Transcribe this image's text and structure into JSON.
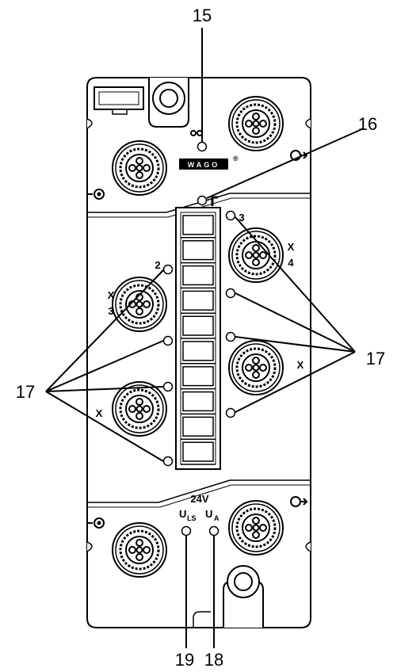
{
  "callouts": {
    "c15": "15",
    "c16": "16",
    "c17_left": "17",
    "c17_right": "17",
    "c18": "18",
    "c19": "19"
  },
  "labels": {
    "voltage": "24V",
    "uls_main": "U",
    "uls_sub": "LS",
    "ua_main": "U",
    "ua_sub": "A",
    "x3_letter": "X",
    "x3_number": "3",
    "x4_letter": "X",
    "x4_number": "4",
    "x_lower_left": "X",
    "x_lower_right": "X",
    "led_num_2": "2",
    "led_num_3": "3",
    "brand": "WAGO",
    "registered": "®"
  },
  "colors": {
    "stroke": "#000000",
    "fill": "#ffffff"
  }
}
